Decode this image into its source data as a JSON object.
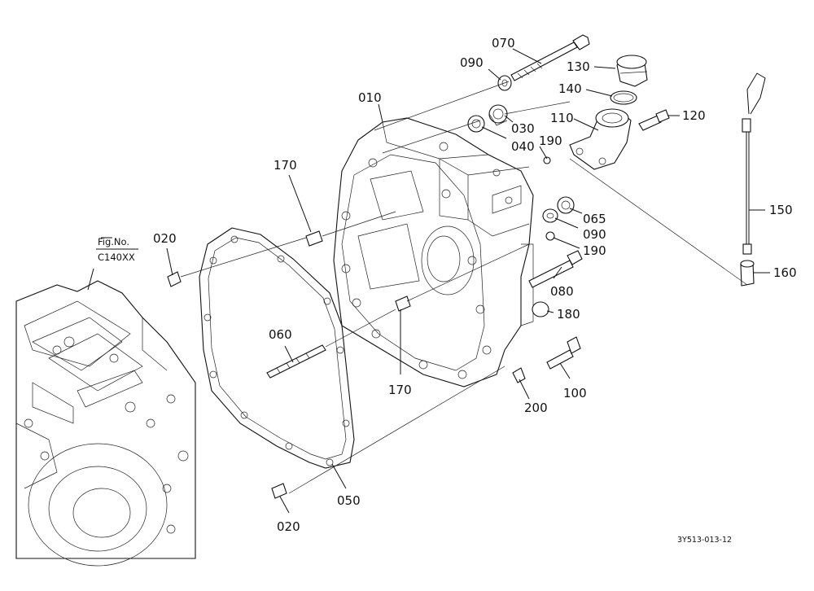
{
  "figure_ref": {
    "line1": "Fig.No.",
    "line2": "C140XX"
  },
  "drawing_code": "3Y513-013-12",
  "parts": [
    {
      "id": "070",
      "name": "bolt"
    },
    {
      "id": "090",
      "name": "washer-top"
    },
    {
      "id": "130",
      "name": "oil-cap"
    },
    {
      "id": "140",
      "name": "o-ring"
    },
    {
      "id": "010",
      "name": "housing"
    },
    {
      "id": "030",
      "name": "plug"
    },
    {
      "id": "110",
      "name": "filler-elbow"
    },
    {
      "id": "120",
      "name": "elbow-bolt"
    },
    {
      "id": "040",
      "name": "seal"
    },
    {
      "id": "190",
      "name": "plug-upper"
    },
    {
      "id": "170",
      "name": "dowel-pin-upper"
    },
    {
      "id": "150",
      "name": "dipstick"
    },
    {
      "id": "065",
      "name": "nut"
    },
    {
      "id": "090",
      "name": "washer-side"
    },
    {
      "id": "020",
      "name": "dowel-pin-left"
    },
    {
      "id": "190",
      "name": "plug-lower"
    },
    {
      "id": "160",
      "name": "dipstick-tube"
    },
    {
      "id": "080",
      "name": "side-bolt"
    },
    {
      "id": "060",
      "name": "stud"
    },
    {
      "id": "180",
      "name": "drain-plug"
    },
    {
      "id": "170",
      "name": "dowel-pin-lower"
    },
    {
      "id": "100",
      "name": "lower-bolt"
    },
    {
      "id": "200",
      "name": "small-plug"
    },
    {
      "id": "050",
      "name": "gasket"
    },
    {
      "id": "020",
      "name": "dowel-pin-bottom"
    }
  ]
}
